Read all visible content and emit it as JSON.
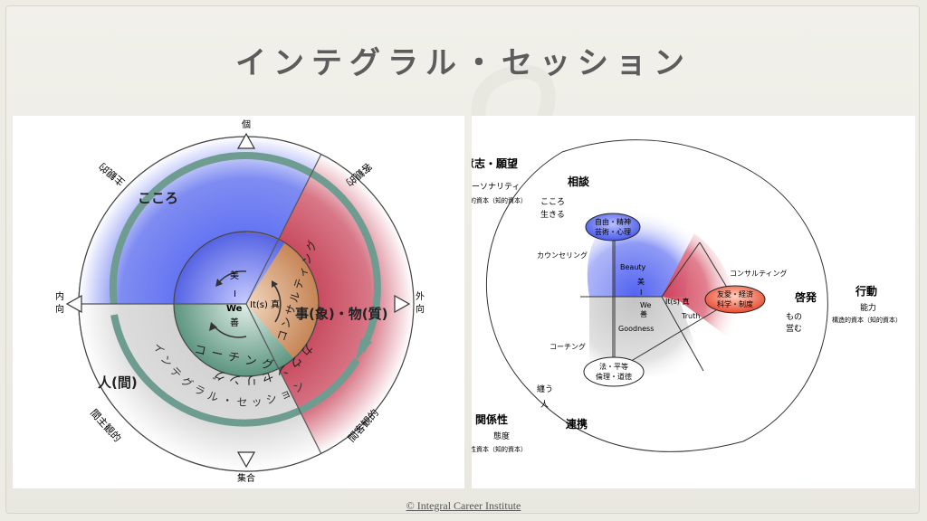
{
  "title": "インテグラル・セッション",
  "copyright": "© Integral Career Institute",
  "left": {
    "top": "個",
    "bottom": "集合",
    "left_1": "内",
    "left_2": "向",
    "right_1": "外",
    "right_2": "向",
    "q_upper_left_outer": "主観的",
    "q_upper_right_outer": "客観的",
    "q_lower_left_outer": "間主観的",
    "q_lower_right_outer": "間客観的",
    "kokoro": "こころ",
    "hito": "人(間)",
    "koto": "事(象)・物(質)",
    "counseling": "カウンセリング",
    "consulting": "コンサルティング",
    "coaching": "コーチング",
    "integral_session": "インテグラル・セッション",
    "bi": "美",
    "i": "I",
    "we": "We",
    "zen": "善",
    "its": "It(s) 真"
  },
  "right": {
    "ishi": "意志・願望",
    "personality": "パーソナリティ",
    "jinteki": "人的資本（知的資本）",
    "sodan": "相談",
    "kokoro": "こころ",
    "ikiru": "生きる",
    "node_upper_1": "自由・精神",
    "node_upper_2": "芸術・心理",
    "counseling": "カウンセリング",
    "beauty": "Beauty",
    "bi": "美",
    "i": "I",
    "we": "We",
    "zen": "善",
    "goodness": "Goodness",
    "its": "It(s) 真",
    "truth": "Truth",
    "node_right_1": "友愛・経済",
    "node_right_2": "科学・制度",
    "consulting": "コンサルティング",
    "coaching": "コーチング",
    "node_lower_1": "法・平等",
    "node_lower_2": "倫理・道徳",
    "keihatsu": "啓発",
    "mono": "もの",
    "itonamu": "営む",
    "kodo": "行動",
    "noryoku": "能力",
    "kozo": "構造的資本（知的資本）",
    "matou": "纏う",
    "hito": "人",
    "kankeisei": "関係性",
    "renkei": "連携",
    "taido": "態度",
    "kankei_shihon": "関係性資本（知的資本）"
  },
  "colors": {
    "blue": "#6e7bf0",
    "red": "#c04055",
    "teal_ring": "#6f9c90",
    "tan": "#c98a5e",
    "grey": "#d2d2d2"
  }
}
